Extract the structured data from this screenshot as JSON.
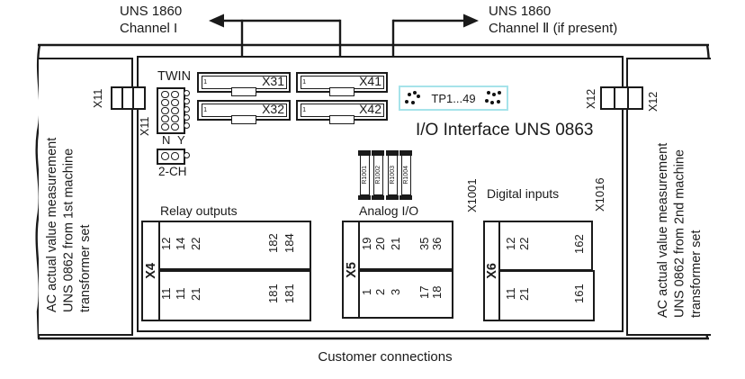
{
  "top": {
    "channel1": {
      "line1": "UNS 1860",
      "line2": "Channel I"
    },
    "channel2": {
      "line1": "UNS 1860",
      "line2": "Channel Ⅱ  (if present)"
    }
  },
  "board": {
    "title": "I/O Interface UNS 0863",
    "testpoints": "TP1...49",
    "jumpers": {
      "twin": "TWIN",
      "n": "N",
      "y": "Y",
      "two_ch": "2-CH"
    },
    "x11": "X11",
    "x12": "X12",
    "ribbon": [
      {
        "id": "X31",
        "pin1": "1"
      },
      {
        "id": "X41",
        "pin1": "1"
      },
      {
        "id": "X32",
        "pin1": "1"
      },
      {
        "id": "X42",
        "pin1": "1"
      }
    ],
    "resistors": [
      "R1001",
      "R1002",
      "R1003",
      "R1004"
    ]
  },
  "sections": {
    "relay": {
      "title": "Relay outputs",
      "connector": "X4",
      "top_left": [
        "12",
        "14",
        "22"
      ],
      "top_right": [
        "182",
        "184"
      ],
      "bottom_left": [
        "11",
        "11",
        "21"
      ],
      "bottom_right": [
        "181",
        "181"
      ]
    },
    "analog": {
      "title": "Analog I/O",
      "connector": "X5",
      "top_left": [
        "19",
        "20",
        "21"
      ],
      "top_right": [
        "35",
        "36"
      ],
      "bottom_left": [
        "1",
        "2",
        "3"
      ],
      "bottom_right": [
        "17",
        "18"
      ]
    },
    "digital": {
      "title": "Digital inputs",
      "connector": "X6",
      "range_start": "X1001",
      "range_end": "X1016",
      "top_left": [
        "12",
        "22"
      ],
      "top_right": [
        "162"
      ],
      "bottom_left": [
        "11",
        "21"
      ],
      "bottom_right": [
        "161"
      ]
    }
  },
  "panels": {
    "left": {
      "lines": [
        "AC actual value measurement",
        "UNS 0862 from 1st machine",
        "transformer set"
      ]
    },
    "right": {
      "lines": [
        "AC actual value measurement",
        "UNS 0862 from 2nd machine",
        "transformer set"
      ]
    }
  },
  "footer": {
    "customer": "Customer connections"
  },
  "colors": {
    "diagram_line": "#1a1a1a",
    "testpoint_border": "#a6e3ea"
  }
}
